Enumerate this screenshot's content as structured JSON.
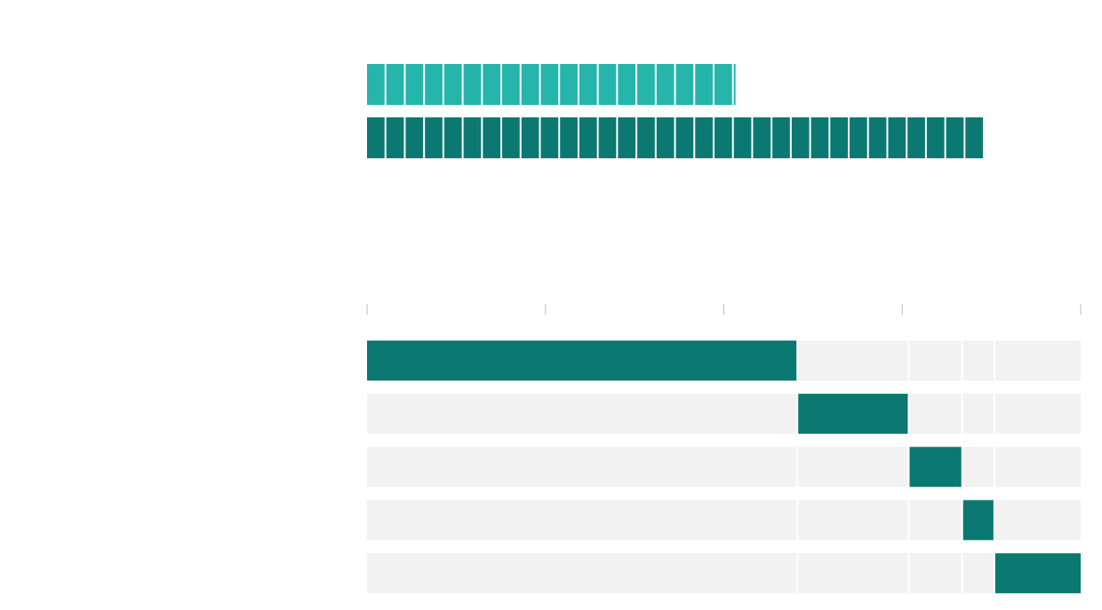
{
  "colors": {
    "light_teal": "#25b5aa",
    "dark_teal": "#0c7872",
    "track_gray": "#f2f2f2",
    "tick_gray": "#bdbdbd",
    "background": "#ffffff"
  },
  "chart_data": [
    {
      "type": "bar",
      "subtype": "unit-pictogram",
      "orientation": "horizontal",
      "title": "",
      "xlabel": "",
      "ylabel": "",
      "unit_value": 1,
      "series": [
        {
          "color": "#25b5aa",
          "value": 19.1
        },
        {
          "color": "#0c7872",
          "value": 32
        }
      ]
    },
    {
      "type": "bar",
      "subtype": "stacked-segments-highlight",
      "orientation": "horizontal",
      "title": "",
      "xlabel": "",
      "ylabel": "",
      "xlim": [
        0,
        100
      ],
      "x_ticks": [
        0,
        25,
        50,
        75,
        100
      ],
      "grid": false,
      "segments": [
        {
          "start": 0,
          "value": 60.3
        },
        {
          "start": 60.3,
          "value": 15.6
        },
        {
          "start": 75.9,
          "value": 7.5
        },
        {
          "start": 83.4,
          "value": 4.5
        },
        {
          "start": 87.9,
          "value": 12.1
        }
      ]
    }
  ]
}
